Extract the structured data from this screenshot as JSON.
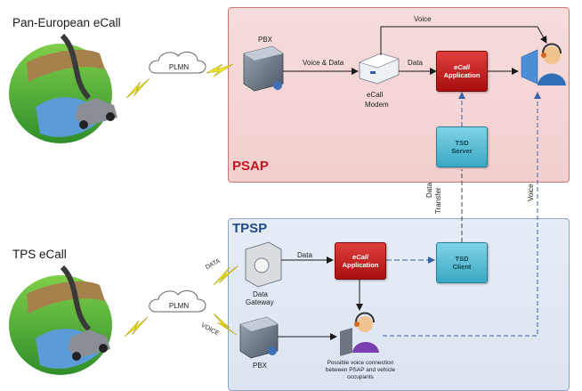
{
  "headings": {
    "pan_european": "Pan-European eCall",
    "tps": "TPS eCall"
  },
  "regions": {
    "psap": "PSAP",
    "tpsp": "TPSP"
  },
  "clouds": {
    "top": "PLMN",
    "bottom": "PLMN"
  },
  "nodes": {
    "pbx_top": "PBX",
    "ecall_modem_l1": "eCall",
    "ecall_modem_l2": "Modem",
    "ecall_app_top_l1": "eCall",
    "ecall_app_top_l2": "Application",
    "tsd_server_l1": "TSD",
    "tsd_server_l2": "Server",
    "data_gateway_l1": "Data",
    "data_gateway_l2": "Gateway",
    "ecall_app_bottom_l1": "eCall",
    "ecall_app_bottom_l2": "Application",
    "tsd_client_l1": "TSD",
    "tsd_client_l2": "Client",
    "pbx_bottom": "PBX"
  },
  "edges": {
    "voice_top": "Voice",
    "voice_and_data": "Voice & Data",
    "data_modem_app": "Data",
    "data_transfer_l1": "Data",
    "data_transfer_l2": "Transfer",
    "voice_vertical": "Voice",
    "data_gateway_app": "Data",
    "data_link_label": "DATA",
    "voice_link_label": "VOICE"
  },
  "notes": {
    "possible_voice_l1": "Possible voice connection",
    "possible_voice_l2": "between PSAP and vehicle",
    "possible_voice_l3": "occupants"
  },
  "colors": {
    "psap_bg": "#f2cfcf",
    "tpsp_bg": "#dbe4f0",
    "ecall_app": "#c4161c",
    "tsd": "#5bbcd3",
    "psap_title": "#c0181e",
    "tpsp_title": "#1e4c8a"
  }
}
